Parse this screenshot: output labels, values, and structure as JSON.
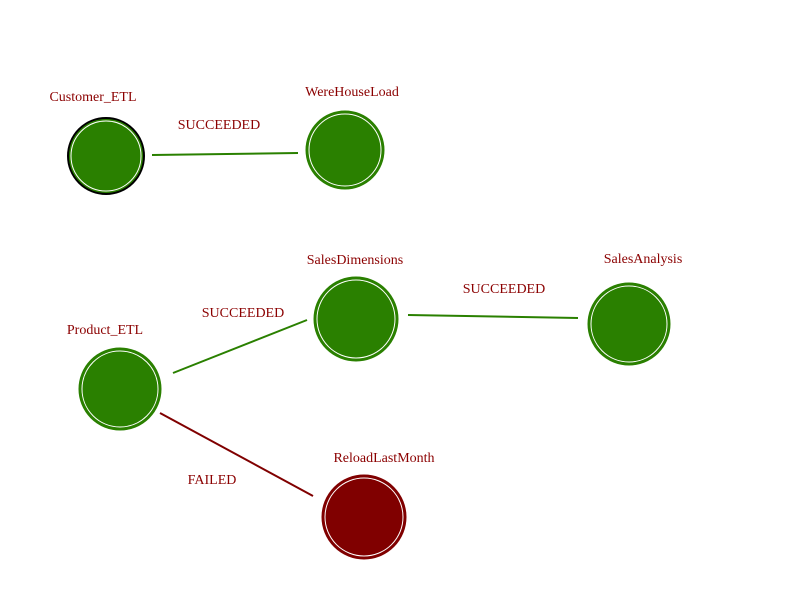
{
  "colors": {
    "succeeded": "#2a8000",
    "failed": "#800000",
    "label": "#8b0000",
    "selected_ring": "#000000",
    "inner_ring": "#ffffff"
  },
  "nodes": [
    {
      "id": "customer_etl",
      "label": "Customer_ETL",
      "status": "succeeded",
      "selected": true
    },
    {
      "id": "werehouseload",
      "label": "WereHouseLoad",
      "status": "succeeded",
      "selected": false
    },
    {
      "id": "product_etl",
      "label": "Product_ETL",
      "status": "succeeded",
      "selected": false
    },
    {
      "id": "salesdimensions",
      "label": "SalesDimensions",
      "status": "succeeded",
      "selected": false
    },
    {
      "id": "salesanalysis",
      "label": "SalesAnalysis",
      "status": "succeeded",
      "selected": false
    },
    {
      "id": "reloadlastmonth",
      "label": "ReloadLastMonth",
      "status": "failed",
      "selected": false
    }
  ],
  "edges": [
    {
      "from": "customer_etl",
      "to": "werehouseload",
      "label": "SUCCEEDED",
      "status": "succeeded"
    },
    {
      "from": "product_etl",
      "to": "salesdimensions",
      "label": "SUCCEEDED",
      "status": "succeeded"
    },
    {
      "from": "salesdimensions",
      "to": "salesanalysis",
      "label": "SUCCEEDED",
      "status": "succeeded"
    },
    {
      "from": "product_etl",
      "to": "reloadlastmonth",
      "label": "FAILED",
      "status": "failed"
    }
  ]
}
